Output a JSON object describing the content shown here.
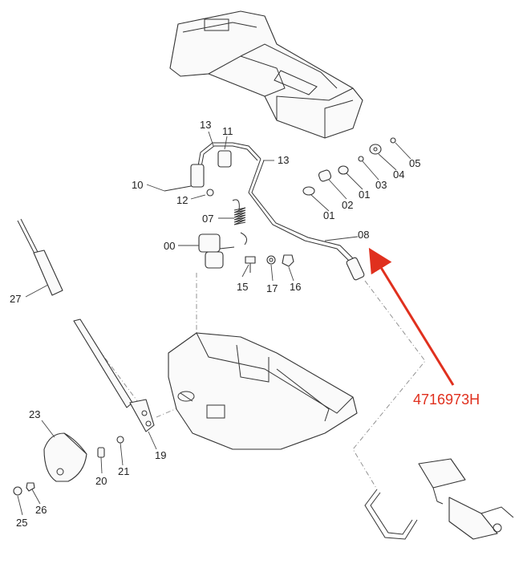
{
  "labels": {
    "p13a": "13",
    "p11": "11",
    "p13b": "13",
    "p10": "10",
    "p12": "12",
    "p07": "07",
    "p00": "00",
    "p15": "15",
    "p17": "17",
    "p16": "16",
    "p08": "08",
    "p01a": "01",
    "p02": "02",
    "p01b": "01",
    "p03": "03",
    "p04": "04",
    "p05": "05",
    "p27": "27",
    "p23": "23",
    "p19": "19",
    "p20": "20",
    "p21": "21",
    "p25": "25",
    "p26": "26"
  },
  "callout": {
    "part_number": "4716973H",
    "color": "#e0301e"
  }
}
